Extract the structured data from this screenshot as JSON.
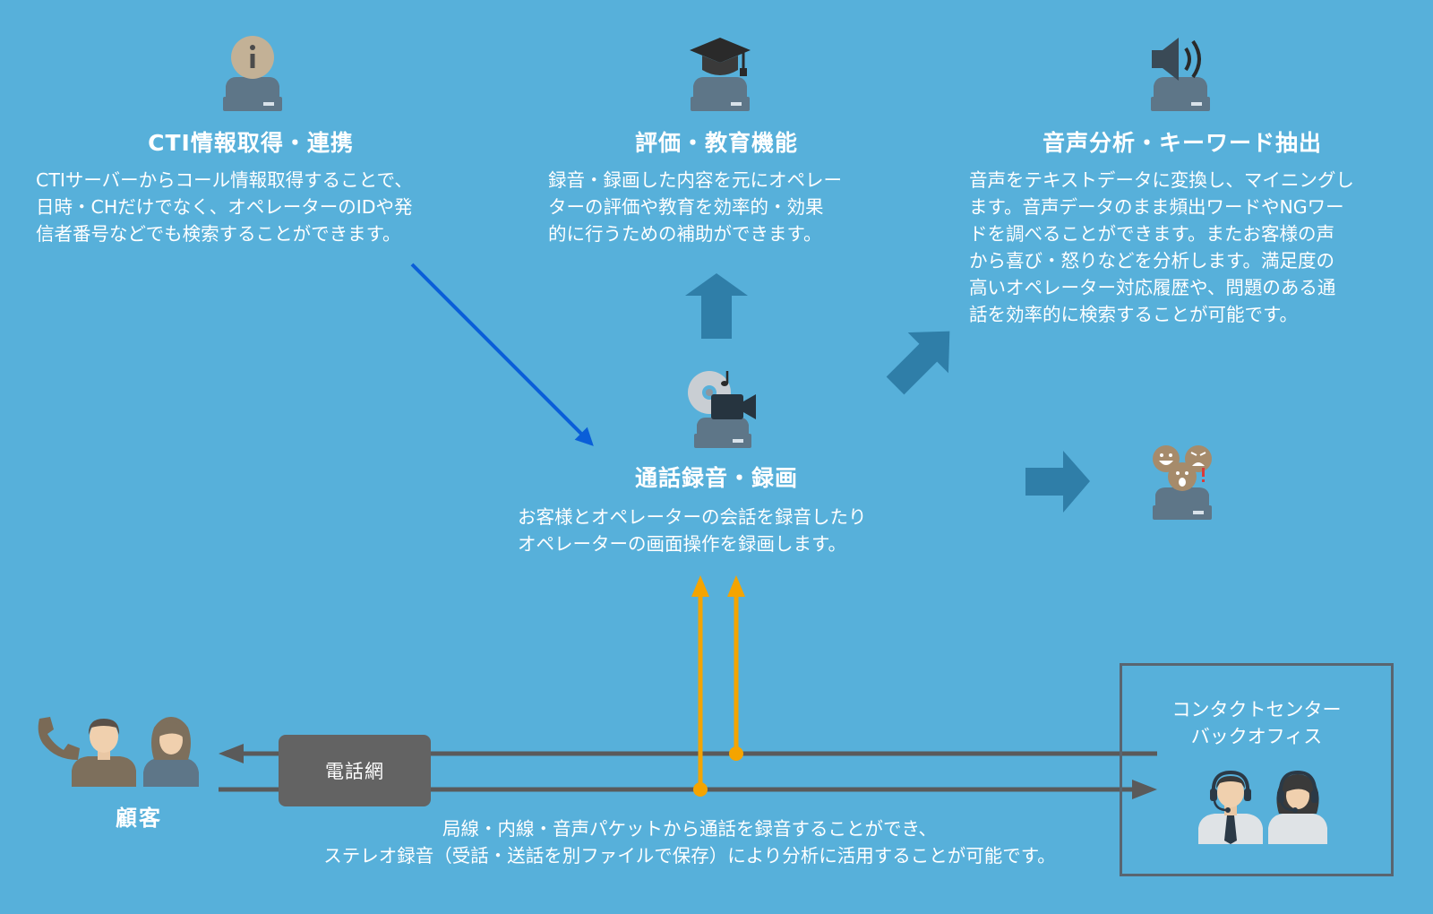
{
  "sections": {
    "cti": {
      "title": "CTI情報取得・連携",
      "desc": [
        "CTIサーバーからコール情報取得することで、",
        "日時・CHだけでなく、オペレーターのIDや発",
        "信者番号などでも検索することができます。"
      ]
    },
    "eval": {
      "title": "評価・教育機能",
      "desc": [
        "録音・録画した内容を元にオペレー",
        "ターの評価や教育を効率的・効果",
        "的に行うための補助ができます。"
      ]
    },
    "analysis": {
      "title": "音声分析・キーワード抽出",
      "desc": [
        "音声をテキストデータに変換し、マイニングし",
        "ます。音声データのまま頻出ワードやNGワー",
        "ドを調べることができます。またお客様の声",
        "から喜び・怒りなどを分析します。満足度の",
        "高いオペレーター対応履歴や、問題のある通",
        "話を効率的に検索することが可能です。"
      ]
    },
    "record": {
      "title": "通話録音・録画",
      "desc": [
        "お客様とオペレーターの会話を録音したり",
        "オペレーターの画面操作を録画します。"
      ]
    }
  },
  "network": {
    "label": "電話網"
  },
  "customer": {
    "label": "顧客"
  },
  "contact_center": {
    "label": "コンタクトセンター\nバックオフィス"
  },
  "bottom_note": [
    "局線・内線・音声パケットから通話を録音することができ、",
    "ステレオ録音（受話・送話を別ファイルで保存）により分析に活用することが可能です。"
  ],
  "colors": {
    "background": "#57b0da",
    "blue_arrow": "#0a5ed8",
    "orange_arrow": "#f5a400",
    "line_gray": "#5a5a5a",
    "block_arrow": "#2f7ea8",
    "server": "#5e7688",
    "network_box": "#636363"
  },
  "icons": [
    "info-server-icon",
    "graduation-cap-server-icon",
    "speaker-server-icon",
    "disc-camera-server-icon",
    "emotion-faces-server-icon",
    "phone-icon",
    "customer-man-icon",
    "customer-woman-icon",
    "operator-man-icon",
    "operator-woman-icon"
  ]
}
